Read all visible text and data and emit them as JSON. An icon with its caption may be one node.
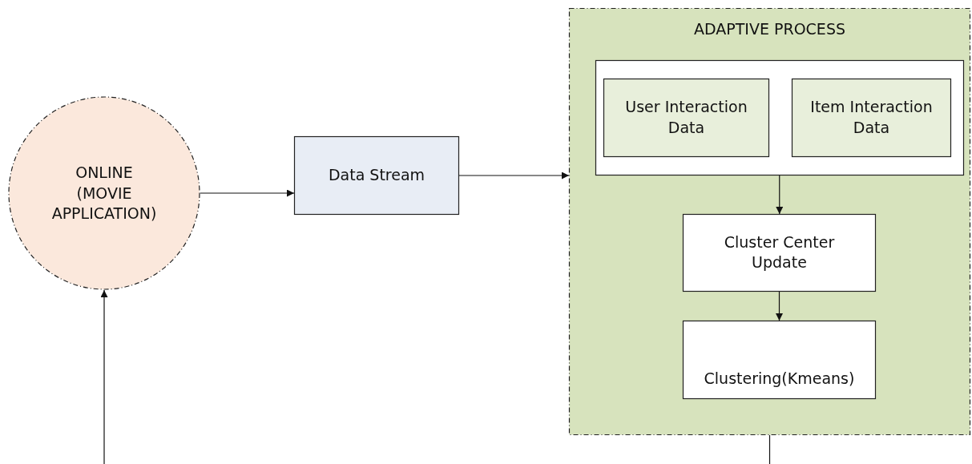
{
  "diagram": {
    "nodes": [
      {
        "text": [
          "ONLINE (MOVIE APPLICATION)"
        ]
      },
      {
        "text": [
          "Data Stream"
        ]
      },
      {
        "text": [
          "ADAPTIVE PROCESS"
        ]
      },
      {
        "text": [],
        "shape": "box",
        "in": 2
      },
      {
        "text": [
          "User Interaction Data"
        ],
        "in": 3
      },
      {
        "text": [
          "Item Interaction Data"
        ],
        "in": 3
      },
      {
        "text": [
          "Cluster  Center Update"
        ],
        "in": 2
      },
      {
        "text": [
          "Clustering(Kmeans)"
        ],
        "in": 2
      }
    ],
    "edges": [
      {
        "from": null,
        "to": 0,
        "arrow": "to"
      },
      {
        "from": 0,
        "to": 1,
        "arrow": "to"
      },
      {
        "from": 1,
        "to": 2,
        "arrow": "to"
      },
      {
        "from": 3,
        "to": 6,
        "arrow": "to"
      },
      {
        "from": 6,
        "to": 7,
        "arrow": "to"
      },
      {
        "from": 2,
        "to": null,
        "arrow": "none"
      }
    ]
  }
}
